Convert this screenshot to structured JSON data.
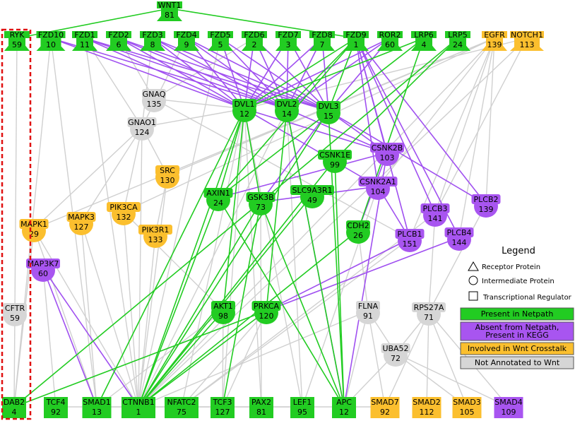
{
  "colors": {
    "green": "#22cc22",
    "purple": "#a855f0",
    "orange": "#fbbf2e",
    "grey": "#d6d6d6",
    "edge_grey": "#d0d0d0",
    "edge_green": "#22cc22",
    "edge_purple": "#a050f0",
    "highlight": "#e01010"
  },
  "nodes": {
    "WNT1": {
      "label": "WNT1",
      "count": "81",
      "shape": "receptor",
      "color": "green"
    },
    "RYK": {
      "label": "RYK",
      "count": "59",
      "shape": "receptor",
      "color": "green"
    },
    "FZD10": {
      "label": "FZD10",
      "count": "10",
      "shape": "receptor",
      "color": "green"
    },
    "FZD1": {
      "label": "FZD1",
      "count": "11",
      "shape": "receptor",
      "color": "green"
    },
    "FZD2": {
      "label": "FZD2",
      "count": "6",
      "shape": "receptor",
      "color": "green"
    },
    "FZD3": {
      "label": "FZD3",
      "count": "8",
      "shape": "receptor",
      "color": "green"
    },
    "FZD4": {
      "label": "FZD4",
      "count": "9",
      "shape": "receptor",
      "color": "green"
    },
    "FZD5": {
      "label": "FZD5",
      "count": "5",
      "shape": "receptor",
      "color": "green"
    },
    "FZD6": {
      "label": "FZD6",
      "count": "2",
      "shape": "receptor",
      "color": "green"
    },
    "FZD7": {
      "label": "FZD7",
      "count": "3",
      "shape": "receptor",
      "color": "green"
    },
    "FZD8": {
      "label": "FZD8",
      "count": "7",
      "shape": "receptor",
      "color": "green"
    },
    "FZD9": {
      "label": "FZD9",
      "count": "1",
      "shape": "receptor",
      "color": "green"
    },
    "ROR2": {
      "label": "ROR2",
      "count": "60",
      "shape": "receptor",
      "color": "green"
    },
    "LRP6": {
      "label": "LRP6",
      "count": "4",
      "shape": "receptor",
      "color": "green"
    },
    "LRP5": {
      "label": "LRP5",
      "count": "24",
      "shape": "receptor",
      "color": "green"
    },
    "EGFR": {
      "label": "EGFR",
      "count": "139",
      "shape": "receptor",
      "color": "orange"
    },
    "NOTCH1": {
      "label": "NOTCH1",
      "count": "113",
      "shape": "receptor",
      "color": "orange"
    },
    "GNAQ": {
      "label": "GNAQ",
      "count": "135",
      "shape": "intermediate",
      "color": "grey"
    },
    "GNAO1": {
      "label": "GNAO1",
      "count": "124",
      "shape": "intermediate",
      "color": "grey"
    },
    "DVL1": {
      "label": "DVL1",
      "count": "12",
      "shape": "intermediate",
      "color": "green"
    },
    "DVL2": {
      "label": "DVL2",
      "count": "14",
      "shape": "intermediate",
      "color": "green"
    },
    "DVL3": {
      "label": "DVL3",
      "count": "15",
      "shape": "intermediate",
      "color": "green"
    },
    "CSNK2B": {
      "label": "CSNK2B",
      "count": "103",
      "shape": "intermediate",
      "color": "purple"
    },
    "CSNK1E": {
      "label": "CSNK1E",
      "count": "99",
      "shape": "intermediate",
      "color": "green"
    },
    "SRC": {
      "label": "SRC",
      "count": "130",
      "shape": "intermediate",
      "color": "orange"
    },
    "CSNK2A1": {
      "label": "CSNK2A1",
      "count": "104",
      "shape": "intermediate",
      "color": "purple"
    },
    "AXIN1": {
      "label": "AXIN1",
      "count": "24",
      "shape": "intermediate",
      "color": "green"
    },
    "GSK3B": {
      "label": "GSK3B",
      "count": "73",
      "shape": "intermediate",
      "color": "green"
    },
    "SLC9A3R1": {
      "label": "SLC9A3R1",
      "count": "49",
      "shape": "intermediate",
      "color": "green"
    },
    "PLCB2": {
      "label": "PLCB2",
      "count": "139",
      "shape": "intermediate",
      "color": "purple"
    },
    "PLCB3": {
      "label": "PLCB3",
      "count": "141",
      "shape": "intermediate",
      "color": "purple"
    },
    "MAPK1": {
      "label": "MAPK1",
      "count": "29",
      "shape": "intermediate",
      "color": "orange"
    },
    "MAPK3": {
      "label": "MAPK3",
      "count": "127",
      "shape": "intermediate",
      "color": "orange"
    },
    "PIK3CA": {
      "label": "PIK3CA",
      "count": "132",
      "shape": "intermediate",
      "color": "orange"
    },
    "PIK3R1": {
      "label": "PIK3R1",
      "count": "133",
      "shape": "intermediate",
      "color": "orange"
    },
    "CDH2": {
      "label": "CDH2",
      "count": "26",
      "shape": "intermediate",
      "color": "green"
    },
    "PLCB1": {
      "label": "PLCB1",
      "count": "151",
      "shape": "intermediate",
      "color": "purple"
    },
    "PLCB4": {
      "label": "PLCB4",
      "count": "144",
      "shape": "intermediate",
      "color": "purple"
    },
    "MAP3K7": {
      "label": "MAP3K7",
      "count": "60",
      "shape": "intermediate",
      "color": "purple"
    },
    "CFTR": {
      "label": "CFTR",
      "count": "59",
      "shape": "intermediate",
      "color": "grey"
    },
    "AKT1": {
      "label": "AKT1",
      "count": "98",
      "shape": "intermediate",
      "color": "green"
    },
    "PRKCA": {
      "label": "PRKCA",
      "count": "120",
      "shape": "intermediate",
      "color": "green"
    },
    "FLNA": {
      "label": "FLNA",
      "count": "91",
      "shape": "intermediate",
      "color": "grey"
    },
    "RPS27A": {
      "label": "RPS27A",
      "count": "71",
      "shape": "intermediate",
      "color": "grey"
    },
    "UBA52": {
      "label": "UBA52",
      "count": "72",
      "shape": "intermediate",
      "color": "grey"
    },
    "DAB2": {
      "label": "DAB2",
      "count": "4",
      "shape": "regulator",
      "color": "green"
    },
    "TCF4": {
      "label": "TCF4",
      "count": "92",
      "shape": "regulator",
      "color": "green"
    },
    "SMAD1": {
      "label": "SMAD1",
      "count": "13",
      "shape": "regulator",
      "color": "green"
    },
    "CTNNB1": {
      "label": "CTNNB1",
      "count": "1",
      "shape": "regulator",
      "color": "green"
    },
    "NFATC2": {
      "label": "NFATC2",
      "count": "75",
      "shape": "regulator",
      "color": "green"
    },
    "TCF3": {
      "label": "TCF3",
      "count": "127",
      "shape": "regulator",
      "color": "green"
    },
    "PAX2": {
      "label": "PAX2",
      "count": "81",
      "shape": "regulator",
      "color": "green"
    },
    "LEF1": {
      "label": "LEF1",
      "count": "95",
      "shape": "regulator",
      "color": "green"
    },
    "APC": {
      "label": "APC",
      "count": "12",
      "shape": "regulator",
      "color": "green"
    },
    "SMAD7": {
      "label": "SMAD7",
      "count": "92",
      "shape": "regulator",
      "color": "orange"
    },
    "SMAD2": {
      "label": "SMAD2",
      "count": "112",
      "shape": "regulator",
      "color": "orange"
    },
    "SMAD3": {
      "label": "SMAD3",
      "count": "105",
      "shape": "regulator",
      "color": "orange"
    },
    "SMAD4": {
      "label": "SMAD4",
      "count": "109",
      "shape": "regulator",
      "color": "purple"
    }
  },
  "edges": {
    "green": [
      [
        "WNT1",
        "RYK"
      ],
      [
        "WNT1",
        "FZD9"
      ],
      [
        "FZD9",
        "DVL1"
      ],
      [
        "FZD9",
        "DVL2"
      ],
      [
        "FZD9",
        "DVL3"
      ],
      [
        "LRP6",
        "AXIN1"
      ],
      [
        "LRP6",
        "CDH2"
      ],
      [
        "LRP5",
        "CSNK1E"
      ],
      [
        "LRP5",
        "GSK3B"
      ],
      [
        "DVL1",
        "AXIN1"
      ],
      [
        "DVL1",
        "GSK3B"
      ],
      [
        "DVL1",
        "CTNNB1"
      ],
      [
        "DVL1",
        "AKT1"
      ],
      [
        "DVL1",
        "SMAD1"
      ],
      [
        "DVL3",
        "CTNNB1"
      ],
      [
        "DVL3",
        "APC"
      ],
      [
        "DVL2",
        "APC"
      ],
      [
        "DVL2",
        "PRKCA"
      ],
      [
        "CSNK1E",
        "APC"
      ],
      [
        "CSNK1E",
        "CTNNB1"
      ],
      [
        "AXIN1",
        "CTNNB1"
      ],
      [
        "AXIN1",
        "APC"
      ],
      [
        "GSK3B",
        "CTNNB1"
      ],
      [
        "GSK3B",
        "APC"
      ],
      [
        "GSK3B",
        "DAB2"
      ],
      [
        "GSK3B",
        "TCF3"
      ],
      [
        "CDH2",
        "CTNNB1"
      ],
      [
        "PRKCA",
        "CTNNB1"
      ],
      [
        "PRKCA",
        "DAB2"
      ],
      [
        "SLC9A3R1",
        "CTNNB1"
      ],
      [
        "AKT1",
        "CTNNB1"
      ],
      [
        "LRP6",
        "DVL1"
      ],
      [
        "FZD9",
        "AXIN1"
      ]
    ],
    "purple": [
      [
        "FZD10",
        "DVL1"
      ],
      [
        "FZD10",
        "DVL2"
      ],
      [
        "FZD1",
        "DVL1"
      ],
      [
        "FZD1",
        "DVL2"
      ],
      [
        "FZD1",
        "DVL3"
      ],
      [
        "FZD2",
        "DVL1"
      ],
      [
        "FZD2",
        "DVL2"
      ],
      [
        "FZD2",
        "DVL3"
      ],
      [
        "FZD3",
        "DVL1"
      ],
      [
        "FZD3",
        "DVL2"
      ],
      [
        "FZD3",
        "DVL3"
      ],
      [
        "FZD4",
        "DVL1"
      ],
      [
        "FZD4",
        "DVL2"
      ],
      [
        "FZD4",
        "DVL3"
      ],
      [
        "FZD5",
        "DVL1"
      ],
      [
        "FZD5",
        "DVL2"
      ],
      [
        "FZD5",
        "DVL3"
      ],
      [
        "FZD6",
        "DVL1"
      ],
      [
        "FZD6",
        "DVL2"
      ],
      [
        "FZD6",
        "DVL3"
      ],
      [
        "FZD7",
        "DVL1"
      ],
      [
        "FZD7",
        "DVL2"
      ],
      [
        "FZD7",
        "DVL3"
      ],
      [
        "FZD8",
        "DVL1"
      ],
      [
        "FZD8",
        "DVL2"
      ],
      [
        "FZD8",
        "DVL3"
      ],
      [
        "ROR2",
        "DVL1"
      ],
      [
        "ROR2",
        "DVL2"
      ],
      [
        "ROR2",
        "DVL3"
      ],
      [
        "FZD9",
        "CSNK2B"
      ],
      [
        "FZD9",
        "CSNK2A1"
      ],
      [
        "FZD9",
        "PLCB3"
      ],
      [
        "FZD9",
        "PLCB1"
      ],
      [
        "FZD9",
        "PLCB4"
      ],
      [
        "FZD9",
        "PLCB2"
      ],
      [
        "DVL1",
        "CSNK2B"
      ],
      [
        "DVL2",
        "CSNK2B"
      ],
      [
        "DVL3",
        "CSNK2B"
      ],
      [
        "DVL3",
        "PLCB2"
      ],
      [
        "CSNK2B",
        "AXIN1"
      ],
      [
        "CSNK2B",
        "CDH2"
      ],
      [
        "CSNK2B",
        "APC"
      ],
      [
        "CSNK2A1",
        "PLCB1"
      ],
      [
        "CSNK2A1",
        "GSK3B"
      ],
      [
        "DVL1",
        "CSNK2A1"
      ],
      [
        "DVL2",
        "APC"
      ],
      [
        "PLCB1",
        "PRKCA"
      ],
      [
        "PLCB4",
        "PRKCA"
      ],
      [
        "MAP3K7",
        "CTNNB1"
      ],
      [
        "MAP3K7",
        "SMAD1"
      ],
      [
        "DVL3",
        "GSK3B"
      ]
    ],
    "grey": [
      [
        "FZD10",
        "DAB2"
      ],
      [
        "FZD10",
        "SMAD1"
      ],
      [
        "RYK",
        "CFTR"
      ],
      [
        "FZD1",
        "GNAO1"
      ],
      [
        "FZD1",
        "CTNNB1"
      ],
      [
        "FZD2",
        "GNAQ"
      ],
      [
        "FZD3",
        "GNAO1"
      ],
      [
        "FZD4",
        "GNAO1"
      ],
      [
        "FZD5",
        "CTNNB1"
      ],
      [
        "FZD6",
        "GNAQ"
      ],
      [
        "FZD8",
        "CTNNB1"
      ],
      [
        "FZD7",
        "DVL1"
      ],
      [
        "NOTCH1",
        "DVL1"
      ],
      [
        "NOTCH1",
        "CTNNB1"
      ],
      [
        "NOTCH1",
        "PLCB3"
      ],
      [
        "EGFR",
        "CTNNB1"
      ],
      [
        "EGFR",
        "PLCB3"
      ],
      [
        "EGFR",
        "SRC"
      ],
      [
        "EGFR",
        "MAPK1"
      ],
      [
        "EGFR",
        "PIK3CA"
      ],
      [
        "EGFR",
        "PLCB1"
      ],
      [
        "EGFR",
        "PLCB4"
      ],
      [
        "EGFR",
        "PLCB2"
      ],
      [
        "EGFR",
        "CSNK2A1"
      ],
      [
        "GNAQ",
        "DVL1"
      ],
      [
        "GNAQ",
        "PLCB1"
      ],
      [
        "GNAO1",
        "DVL1"
      ],
      [
        "GNAO1",
        "CTNNB1"
      ],
      [
        "GNAO1",
        "MAPK3"
      ],
      [
        "GNAO1",
        "PIK3CA"
      ],
      [
        "GNAO1",
        "MAPK1"
      ],
      [
        "GNAO1",
        "SRC"
      ],
      [
        "SRC",
        "CTNNB1"
      ],
      [
        "SRC",
        "PIK3R1"
      ],
      [
        "PIK3CA",
        "CTNNB1"
      ],
      [
        "PIK3R1",
        "CTNNB1"
      ],
      [
        "PIK3CA",
        "AKT1"
      ],
      [
        "MAPK3",
        "SMAD1"
      ],
      [
        "MAPK3",
        "CTNNB1"
      ],
      [
        "MAPK1",
        "SMAD1"
      ],
      [
        "MAPK1",
        "DAB2"
      ],
      [
        "MAPK1",
        "CTNNB1"
      ],
      [
        "MAP3K7",
        "TCF4"
      ],
      [
        "CFTR",
        "DAB2"
      ],
      [
        "DVL1",
        "NFATC2"
      ],
      [
        "DVL1",
        "PAX2"
      ],
      [
        "DVL1",
        "TCF3"
      ],
      [
        "DVL1",
        "LEF1"
      ],
      [
        "DVL2",
        "LEF1"
      ],
      [
        "AKT1",
        "TCF3"
      ],
      [
        "AKT1",
        "SMAD1"
      ],
      [
        "PRKCA",
        "NFATC2"
      ],
      [
        "PRKCA",
        "TCF3"
      ],
      [
        "PLCB1",
        "NFATC2"
      ],
      [
        "PLCB3",
        "NFATC2"
      ],
      [
        "FLNA",
        "CTNNB1"
      ],
      [
        "FLNA",
        "APC"
      ],
      [
        "FLNA",
        "UBA52"
      ],
      [
        "FLNA",
        "SMAD7"
      ],
      [
        "RPS27A",
        "UBA52"
      ],
      [
        "RPS27A",
        "SMAD7"
      ],
      [
        "RPS27A",
        "SMAD2"
      ],
      [
        "RPS27A",
        "SMAD3"
      ],
      [
        "RPS27A",
        "SMAD4"
      ],
      [
        "UBA52",
        "APC"
      ],
      [
        "UBA52",
        "SMAD3"
      ],
      [
        "UBA52",
        "SMAD4"
      ],
      [
        "SMAD7",
        "APC"
      ],
      [
        "LEF1",
        "CTNNB1"
      ],
      [
        "APC",
        "CTNNB1"
      ],
      [
        "TCF4",
        "CTNNB1"
      ],
      [
        "SMAD1",
        "CTNNB1"
      ],
      [
        "GSK3B",
        "PAX2"
      ],
      [
        "CSNK2A1",
        "LEF1"
      ],
      [
        "CDH2",
        "FLNA"
      ],
      [
        "PLCB2",
        "RPS27A"
      ],
      [
        "PLCB3",
        "RPS27A"
      ]
    ]
  },
  "legend": {
    "title": "Legend",
    "shapes": [
      {
        "key": "receptor",
        "text": "Receptor Protein"
      },
      {
        "key": "intermediate",
        "text": "Intermediate Protein"
      },
      {
        "key": "regulator",
        "text": "Transcriptional Regulator"
      }
    ],
    "categories": [
      {
        "color": "green",
        "lines": [
          "Present in Netpath"
        ]
      },
      {
        "color": "purple",
        "lines": [
          "Absent from Netpath,",
          "Present in KEGG"
        ]
      },
      {
        "color": "orange",
        "lines": [
          "Involved in Wnt Crosstalk"
        ]
      },
      {
        "color": "grey",
        "lines": [
          "Not Annotated to Wnt"
        ]
      }
    ]
  }
}
